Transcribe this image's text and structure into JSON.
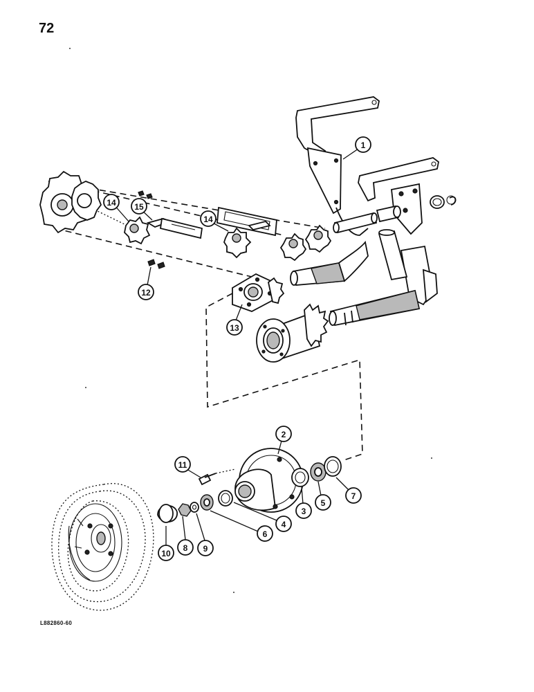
{
  "page_number": "72",
  "figure_code": "L882860-60",
  "callouts": [
    {
      "id": "c1",
      "label": "1"
    },
    {
      "id": "c2",
      "label": "2"
    },
    {
      "id": "c3",
      "label": "3"
    },
    {
      "id": "c4",
      "label": "4"
    },
    {
      "id": "c5",
      "label": "5"
    },
    {
      "id": "c6",
      "label": "6"
    },
    {
      "id": "c7",
      "label": "7"
    },
    {
      "id": "c8",
      "label": "8"
    },
    {
      "id": "c9",
      "label": "9"
    },
    {
      "id": "c10",
      "label": "10"
    },
    {
      "id": "c11",
      "label": "11"
    },
    {
      "id": "c12",
      "label": "12"
    },
    {
      "id": "c13",
      "label": "13"
    },
    {
      "id": "c14a",
      "label": "14"
    },
    {
      "id": "c14b",
      "label": "14"
    },
    {
      "id": "c15",
      "label": "15"
    }
  ]
}
